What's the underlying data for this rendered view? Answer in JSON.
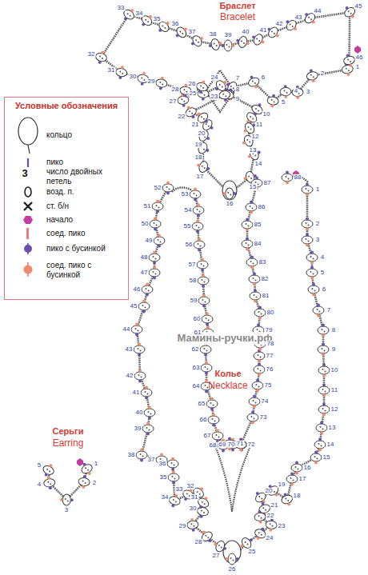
{
  "diagram": {
    "nodes": [
      {
        "text": [
          "Условные обозначения"
        ]
      }
    ],
    "labels": [
      "Браслет",
      "Bracelet",
      "Колье",
      "Necklace",
      "Серьги",
      "Earring",
      "Мамины-ручки.рф",
      "3",
      "1",
      "2",
      "3",
      "4",
      "5",
      "6",
      "7",
      "8",
      "9",
      "10",
      "11",
      "12",
      "13",
      "14",
      "15",
      "16",
      "17",
      "18",
      "19",
      "20",
      "21",
      "22",
      "23",
      "24",
      "25",
      "26",
      "27",
      "28",
      "29",
      "30",
      "31",
      "32",
      "33",
      "34",
      "35",
      "36",
      "37",
      "38",
      "39",
      "40",
      "41",
      "42",
      "43",
      "44",
      "45",
      "46",
      "1",
      "2",
      "3",
      "4",
      "5",
      "6",
      "7",
      "8",
      "9",
      "10",
      "11",
      "12",
      "13",
      "14",
      "15",
      "16",
      "17",
      "18",
      "19",
      "20",
      "21",
      "22",
      "23",
      "24",
      "25",
      "26",
      "27",
      "28",
      "29",
      "30",
      "31",
      "32",
      "33",
      "34",
      "35",
      "36",
      "37",
      "38",
      "39",
      "40",
      "41",
      "42",
      "43",
      "44",
      "45",
      "46",
      "47",
      "48",
      "49",
      "50",
      "51",
      "52",
      "53",
      "54",
      "55",
      "56",
      "57",
      "58",
      "59",
      "60",
      "61",
      "62",
      "63",
      "64",
      "65",
      "66",
      "67",
      "68",
      "69",
      "70",
      "71",
      "72",
      "73",
      "74",
      "75",
      "76",
      "77",
      "78",
      "79",
      "80",
      "81",
      "82",
      "83",
      "84",
      "85",
      "86",
      "87",
      "88",
      "1",
      "2",
      "3",
      "4",
      "5"
    ],
    "legend": [
      {
        "text": "кольцо"
      },
      {
        "text": "пико"
      },
      {
        "text": "число двойных петель"
      },
      {
        "text": "возд. п."
      },
      {
        "text": "ст. б/н"
      },
      {
        "text": "начало"
      },
      {
        "text": "соед. пико"
      },
      {
        "text": "пико с бусинкой"
      },
      {
        "text": "соед. пико с бусинкой"
      }
    ]
  }
}
